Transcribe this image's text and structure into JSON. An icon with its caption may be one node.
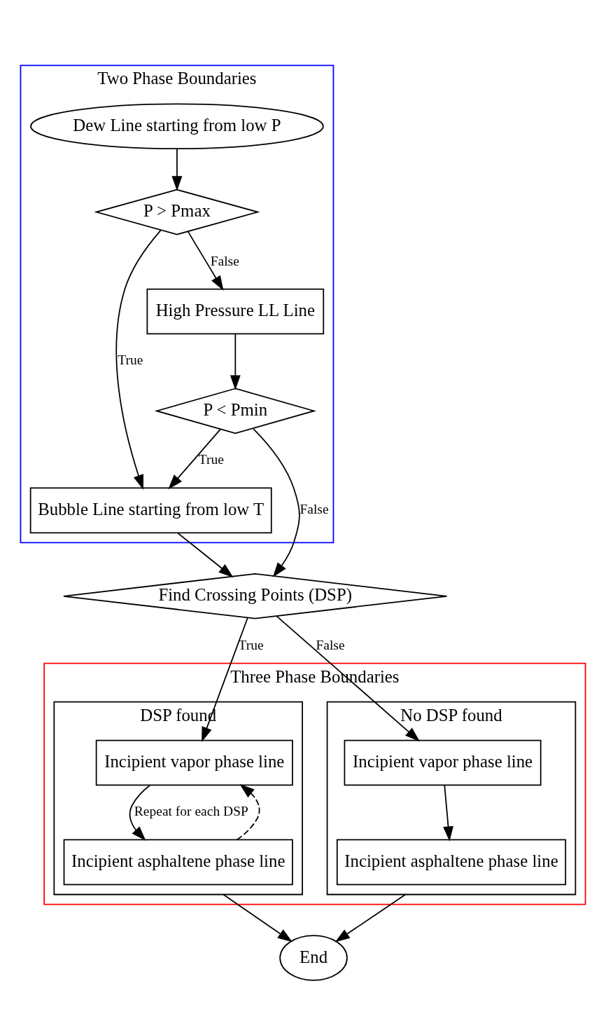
{
  "diagram": {
    "nodes": [
      {
        "text": [
          "Two Phase Boundaries"
        ]
      },
      {
        "text": [
          "Dew Line starting from low P"
        ],
        "in": 0
      },
      {
        "text": [
          "P > Pmax"
        ],
        "in": 0
      },
      {
        "text": [
          "High Pressure LL Line"
        ],
        "in": 0
      },
      {
        "text": [
          "P < Pmin"
        ],
        "in": 0
      },
      {
        "text": [
          "Bubble Line starting from low T"
        ],
        "in": 0
      },
      {
        "text": [
          "Find Crossing Points (DSP)"
        ]
      },
      {
        "text": [
          "Three Phase Boundaries"
        ]
      },
      {
        "text": [
          "DSP found"
        ],
        "in": 7
      },
      {
        "text": [
          "Incipient vapor phase line"
        ],
        "in": 8
      },
      {
        "text": [
          "Incipient asphaltene phase line"
        ],
        "in": 8
      },
      {
        "text": [
          "No DSP found"
        ],
        "in": 7
      },
      {
        "text": [
          "Incipient vapor phase line"
        ],
        "in": 11
      },
      {
        "text": [
          "Incipient asphaltene phase line"
        ],
        "in": 11
      },
      {
        "text": [
          "End"
        ]
      }
    ],
    "edges": [
      {
        "from": 1,
        "to": 2,
        "arrow": "to"
      },
      {
        "from": 2,
        "to": 3,
        "arrow": "to",
        "label": "False"
      },
      {
        "from": 2,
        "to": 5,
        "arrow": "to",
        "label": "True"
      },
      {
        "from": 3,
        "to": 4,
        "arrow": "to"
      },
      {
        "from": 4,
        "to": 5,
        "arrow": "to",
        "label": "True"
      },
      {
        "from": 4,
        "to": 6,
        "arrow": "to",
        "label": "False"
      },
      {
        "from": 5,
        "to": 6,
        "arrow": "to"
      },
      {
        "from": 6,
        "to": 9,
        "arrow": "to",
        "label": "True"
      },
      {
        "from": 6,
        "to": 12,
        "arrow": "to",
        "label": "False"
      },
      {
        "from": 9,
        "to": 10,
        "arrow": "to",
        "label": "Repeat for each DSP"
      },
      {
        "from": 10,
        "to": 9,
        "arrow": "to",
        "style": "dashed"
      },
      {
        "from": 12,
        "to": 13,
        "arrow": "to"
      },
      {
        "from": 8,
        "to": 14,
        "arrow": "to"
      },
      {
        "from": 11,
        "to": 14,
        "arrow": "to"
      }
    ]
  }
}
